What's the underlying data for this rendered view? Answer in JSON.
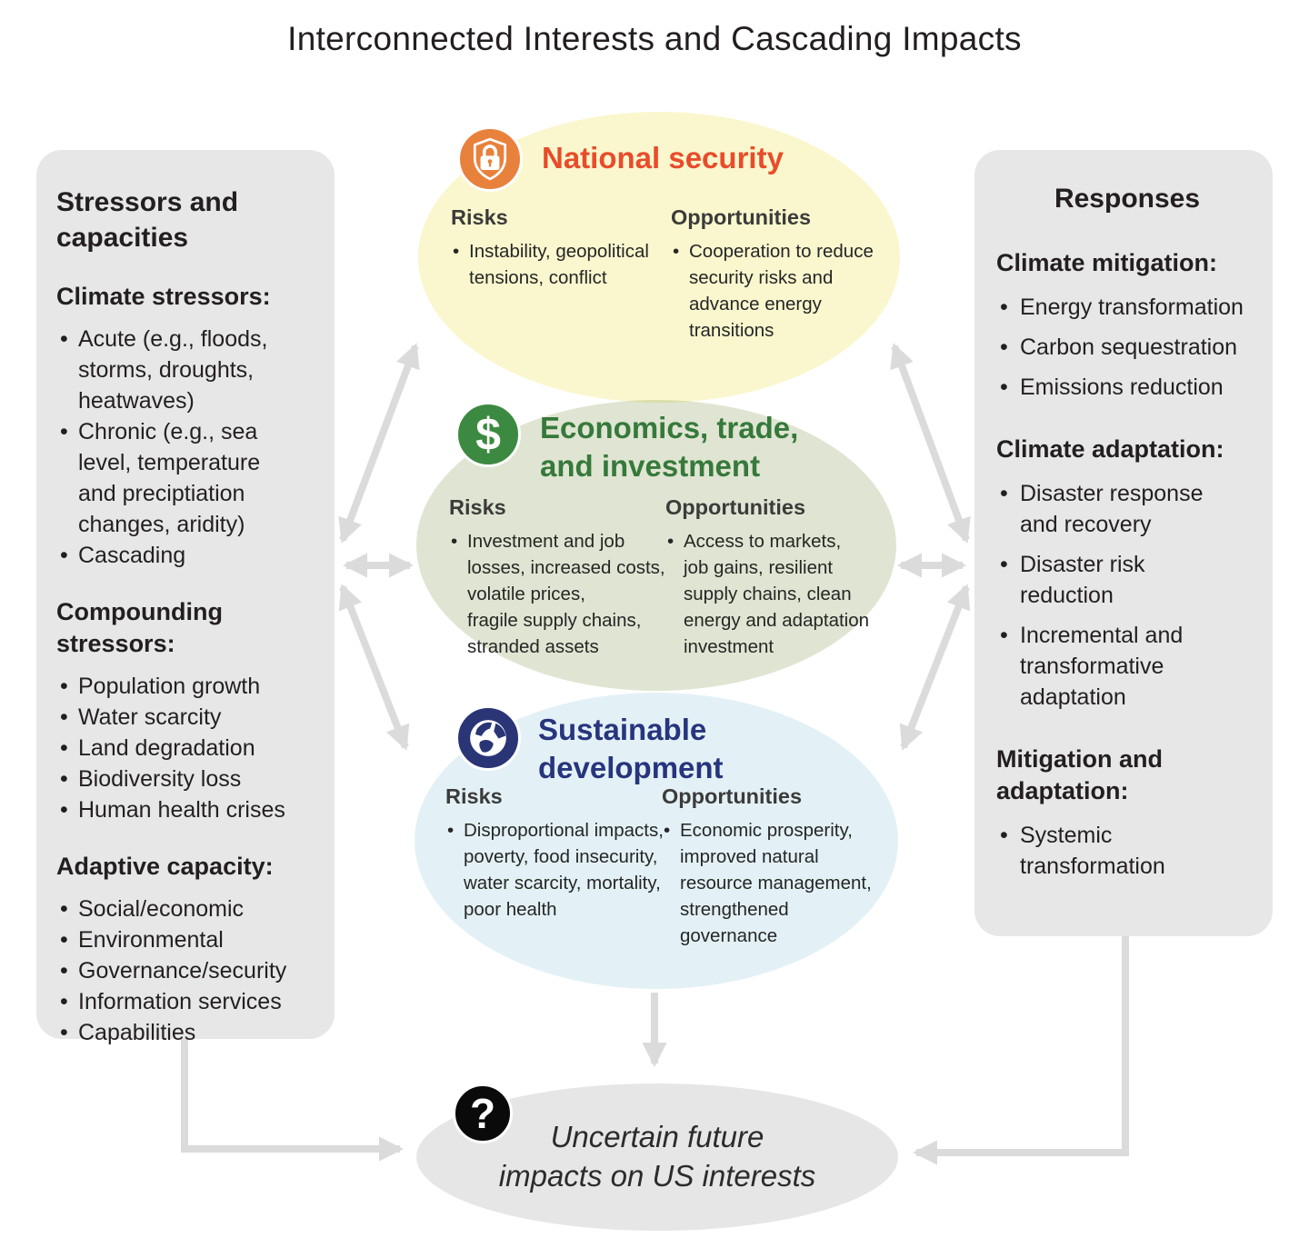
{
  "title": "Interconnected Interests and Cascading Impacts",
  "left_panel": {
    "title": "Stressors and\ncapacities",
    "sections": [
      {
        "heading": "Climate stressors:",
        "items": [
          "Acute (e.g., floods,\nstorms, droughts,\nheatwaves)",
          "Chronic (e.g., sea\nlevel, temperature\nand preciptiation\nchanges, aridity)",
          "Cascading"
        ]
      },
      {
        "heading": "Compounding\nstressors:",
        "items": [
          "Population growth",
          "Water scarcity",
          "Land degradation",
          "Biodiversity loss",
          "Human health crises"
        ]
      },
      {
        "heading": "Adaptive capacity:",
        "items": [
          "Social/economic",
          "Environmental",
          "Governance/security",
          "Information services",
          "Capabilities"
        ]
      }
    ]
  },
  "right_panel": {
    "title": "Responses",
    "sections": [
      {
        "heading": "Climate mitigation:",
        "items": [
          "Energy transformation",
          "Carbon sequestration",
          "Emissions reduction"
        ]
      },
      {
        "heading": "Climate adaptation:",
        "items": [
          "Disaster response\nand recovery",
          "Disaster risk\nreduction",
          "Incremental and\ntransformative\nadaptation"
        ]
      },
      {
        "heading": "Mitigation and\nadaptation:",
        "items": [
          "Systemic\ntransformation"
        ]
      }
    ]
  },
  "interests": [
    {
      "title": "National security",
      "icon": "shield-lock-icon",
      "title_color": "#E84C2B",
      "icon_color": "#E8813C",
      "ellipse_color": "#FAF7CE",
      "risks_label": "Risks",
      "opportunities_label": "Opportunities",
      "risk": "Instability, geopolitical\ntensions, conflict",
      "opportunity": "Cooperation to reduce\nsecurity risks and\nadvance energy\ntransitions"
    },
    {
      "title": "Economics, trade,\nand investment",
      "icon": "dollar-icon",
      "title_color": "#36793B",
      "icon_color": "#3C8A41",
      "ellipse_color": "#DFE5D2",
      "risks_label": "Risks",
      "opportunities_label": "Opportunities",
      "risk": "Investment and job\nlosses, increased costs,\nvolatile prices,\nfragile supply chains,\nstranded assets",
      "opportunity": "Access to markets,\njob gains, resilient\nsupply chains, clean\nenergy and adaptation\ninvestment"
    },
    {
      "title": "Sustainable\ndevelopment",
      "icon": "globe-icon",
      "title_color": "#27357E",
      "icon_color": "#2A3576",
      "ellipse_color": "#E3F1F6",
      "risks_label": "Risks",
      "opportunities_label": "Opportunities",
      "risk": "Disproportional impacts,\npoverty, food insecurity,\nwater scarcity, mortality,\npoor health",
      "opportunity": "Economic prosperity,\nimproved natural\nresource management,\nstrengthened\ngovernance"
    }
  ],
  "outcome": {
    "icon": "question-mark-icon",
    "ellipse_color": "#E6E6E6",
    "label": "Uncertain future\nimpacts on US interests"
  },
  "icons": {
    "dollar_glyph": "$",
    "question_glyph": "?"
  },
  "colors": {
    "arrow": "#DBDBDB",
    "panel_bg": "#E7E7E8",
    "text": "#231F20"
  }
}
